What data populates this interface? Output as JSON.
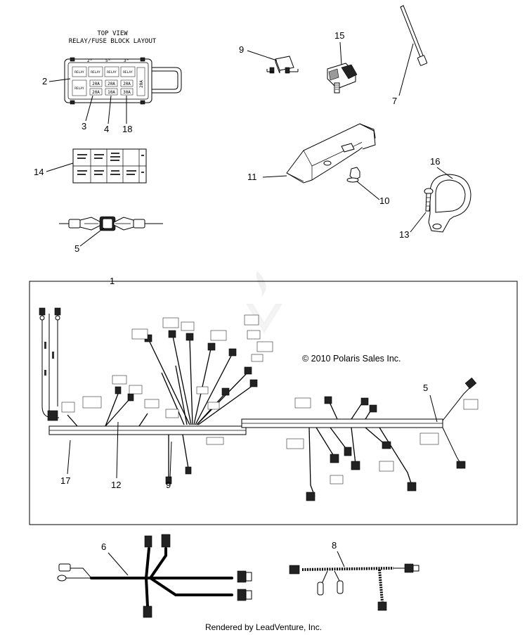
{
  "fuse_block": {
    "title_line1": "TOP VIEW",
    "title_line2": "RELAY/FUSE BLOCK LAYOUT",
    "relays": [
      "RELAY",
      "RELAY",
      "RELAY",
      "RELAY",
      "RELAY"
    ],
    "fuses": [
      "20A",
      "20A",
      "20A",
      "20A",
      "10A",
      "30A"
    ],
    "side_label": "20A"
  },
  "copyright": "© 2010 Polaris Sales Inc.",
  "footer": "Rendered by LeadVenture, Inc.",
  "callouts": {
    "c1": "1",
    "c2": "2",
    "c3": "3",
    "c4": "4",
    "c5a": "5",
    "c5b": "5",
    "c6": "6",
    "c7": "7",
    "c8": "8",
    "c9a": "9",
    "c9b": "9",
    "c10": "10",
    "c11": "11",
    "c12": "12",
    "c13": "13",
    "c14": "14",
    "c15": "15",
    "c16": "16",
    "c17": "17",
    "c18": "18"
  },
  "colors": {
    "ink": "#000000",
    "paper": "#ffffff",
    "watermark": "#e6e6e6"
  }
}
